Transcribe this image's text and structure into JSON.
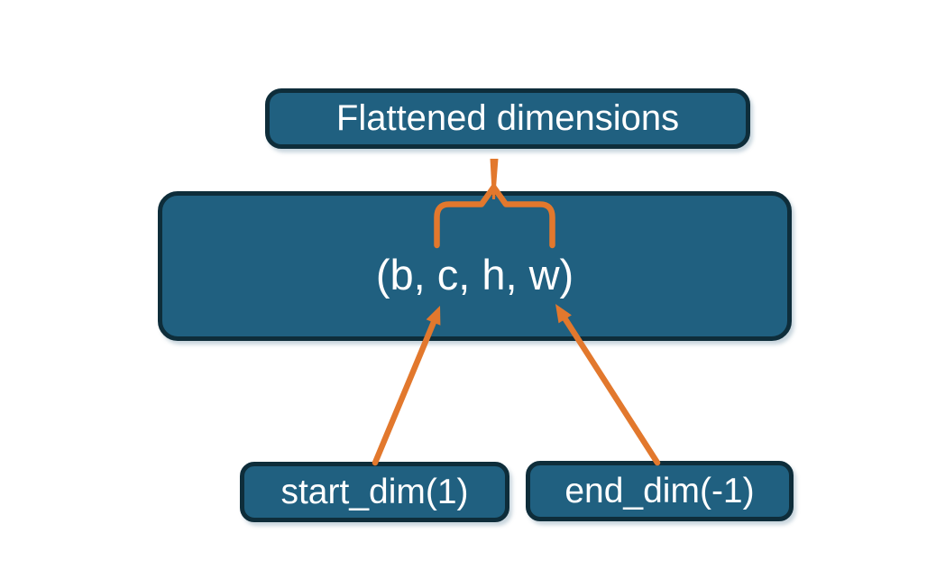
{
  "diagram": {
    "flattened_box": {
      "label": "Flattened dimensions"
    },
    "tensor_box": {
      "label": "(b, c, h, w)"
    },
    "start_dim_box": {
      "label": "start_dim(1)"
    },
    "end_dim_box": {
      "label": "end_dim(-1)"
    }
  },
  "colors": {
    "background": "#FFFFFF",
    "box_fill": "#206080",
    "box_border": "#0E2D3A",
    "box_text": "#FFFFFF",
    "accent_orange": "#E2782D"
  }
}
